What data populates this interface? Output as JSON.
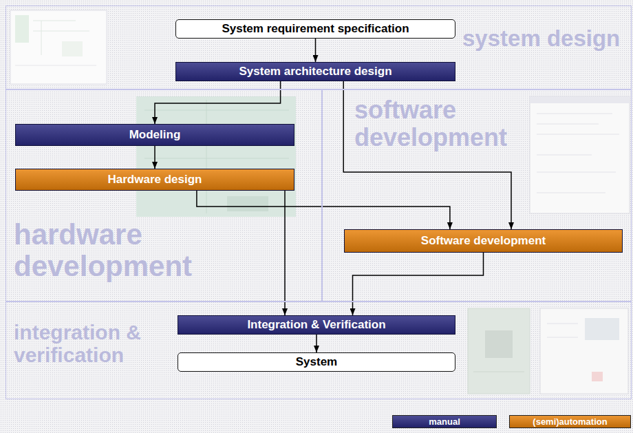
{
  "diagram": {
    "nodes": [
      {
        "text": [
          "system design"
        ]
      },
      {
        "text": [
          "System requirement specification"
        ],
        "in": 0
      },
      {
        "text": [
          "System architecture design"
        ],
        "in": 0
      },
      {
        "text": [
          "hardware development"
        ]
      },
      {
        "text": [
          "Modeling"
        ],
        "in": 3
      },
      {
        "text": [
          "Hardware design"
        ],
        "in": 3
      },
      {
        "text": [
          "software development"
        ]
      },
      {
        "text": [
          "Software development"
        ],
        "in": 6
      },
      {
        "text": [
          "integration & verification"
        ]
      },
      {
        "text": [
          "Integration & Verification"
        ],
        "in": 8
      },
      {
        "text": [
          "System"
        ],
        "in": 8
      }
    ],
    "edges": [
      {
        "from": 1,
        "to": 2,
        "arrow": "to"
      },
      {
        "from": 2,
        "to": 4,
        "arrow": "to"
      },
      {
        "from": 2,
        "to": 7,
        "arrow": "to"
      },
      {
        "from": 4,
        "to": 5,
        "arrow": "to"
      },
      {
        "from": 5,
        "to": 7,
        "arrow": "to"
      },
      {
        "from": 5,
        "to": 9,
        "arrow": "to"
      },
      {
        "from": 7,
        "to": 9,
        "arrow": "to"
      },
      {
        "from": 9,
        "to": 10,
        "arrow": "to"
      }
    ],
    "legend": [
      {
        "text": "manual",
        "color": "#2a2a80"
      },
      {
        "text": "(semi)automation",
        "color": "#e8820c"
      }
    ]
  }
}
